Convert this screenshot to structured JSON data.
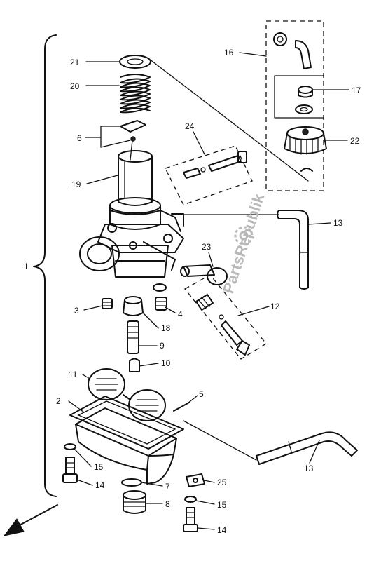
{
  "watermark": "PartsRepublik",
  "callouts": {
    "c1": "1",
    "c2": "2",
    "c3": "3",
    "c4": "4",
    "c5": "5",
    "c6": "6",
    "c7": "7",
    "c8": "8",
    "c9": "9",
    "c10": "10",
    "c11": "11",
    "c12": "12",
    "c13a": "13",
    "c13b": "13",
    "c14a": "14",
    "c14b": "14",
    "c15a": "15",
    "c15b": "15",
    "c16": "16",
    "c17": "17",
    "c18": "18",
    "c19": "19",
    "c20": "20",
    "c21": "21",
    "c22": "22",
    "c23": "23",
    "c24": "24",
    "c25": "25"
  }
}
